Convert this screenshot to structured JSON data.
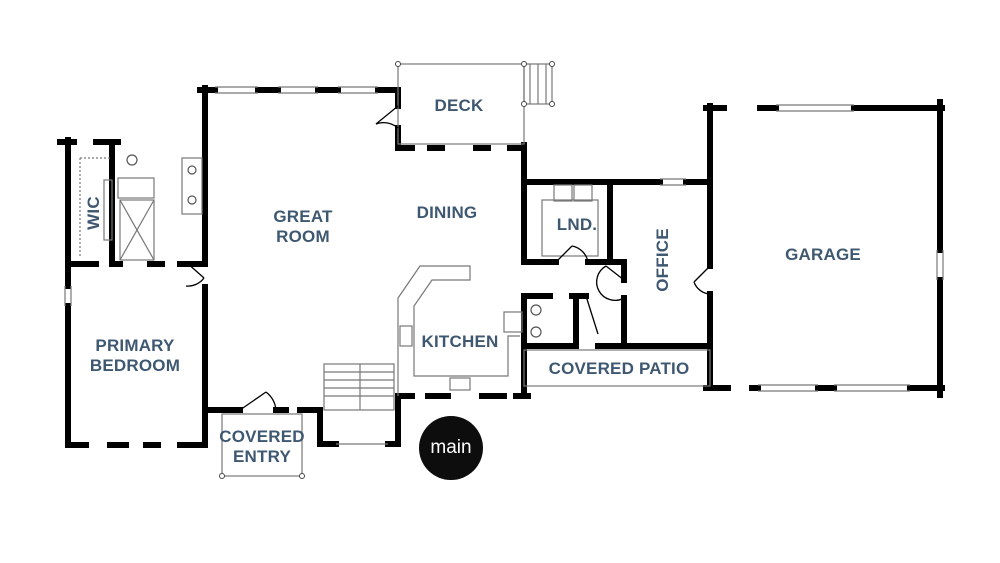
{
  "rooms": {
    "deck": "DECK",
    "dining": "DINING",
    "great_room_1": "GREAT",
    "great_room_2": "ROOM",
    "wic": "WIC",
    "lnd": "LND.",
    "office": "OFFICE",
    "garage": "GARAGE",
    "kitchen": "KITCHEN",
    "primary_bedroom_1": "PRIMARY",
    "primary_bedroom_2": "BEDROOM",
    "covered_patio": "COVERED PATIO",
    "covered_entry_1": "COVERED",
    "covered_entry_2": "ENTRY"
  },
  "level_badge": "main",
  "colors": {
    "walls": "#000000",
    "label_text": "#3f5872",
    "badge_bg": "#0d0d0d",
    "fixtures": "#555555"
  }
}
